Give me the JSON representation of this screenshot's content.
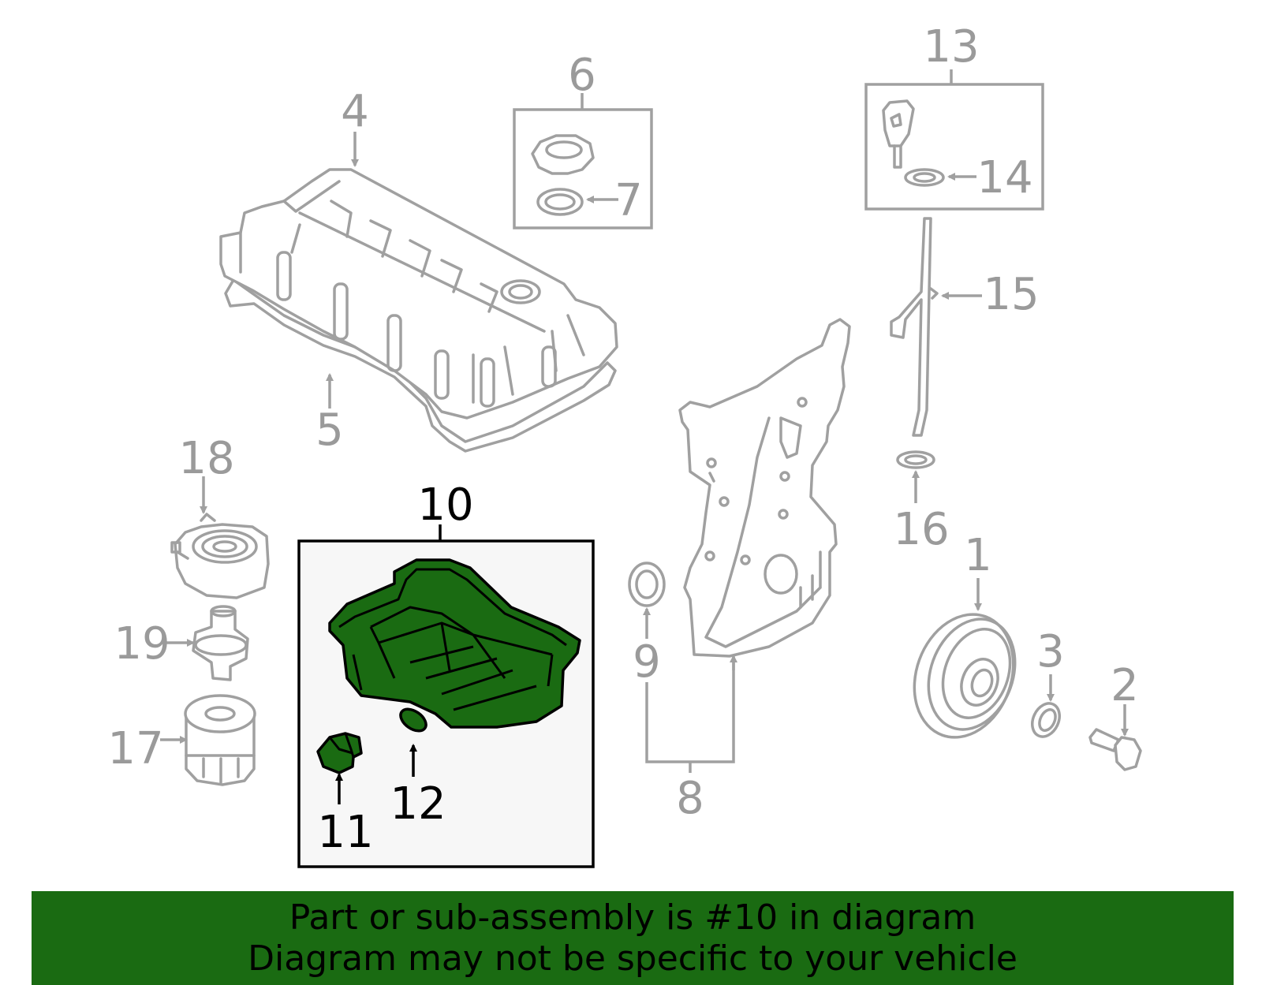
{
  "colors": {
    "banner_bg": "#1a6b12",
    "highlight_fill": "#1a6b12",
    "part_stroke": "#a0a0a0",
    "label_gray": "#9a9a9a",
    "label_highlight": "#000000",
    "box_fill": "#f7f7f7"
  },
  "callouts": {
    "c1": "1",
    "c2": "2",
    "c3": "3",
    "c4": "4",
    "c5": "5",
    "c6": "6",
    "c7": "7",
    "c8": "8",
    "c9": "9",
    "c10": "10",
    "c11": "11",
    "c12": "12",
    "c13": "13",
    "c14": "14",
    "c15": "15",
    "c16": "16",
    "c17": "17",
    "c18": "18",
    "c19": "19"
  },
  "highlighted_part": "10",
  "banner": {
    "line1": "Part or sub-assembly is #10 in diagram",
    "line2": "Diagram may not be specific to your vehicle"
  }
}
